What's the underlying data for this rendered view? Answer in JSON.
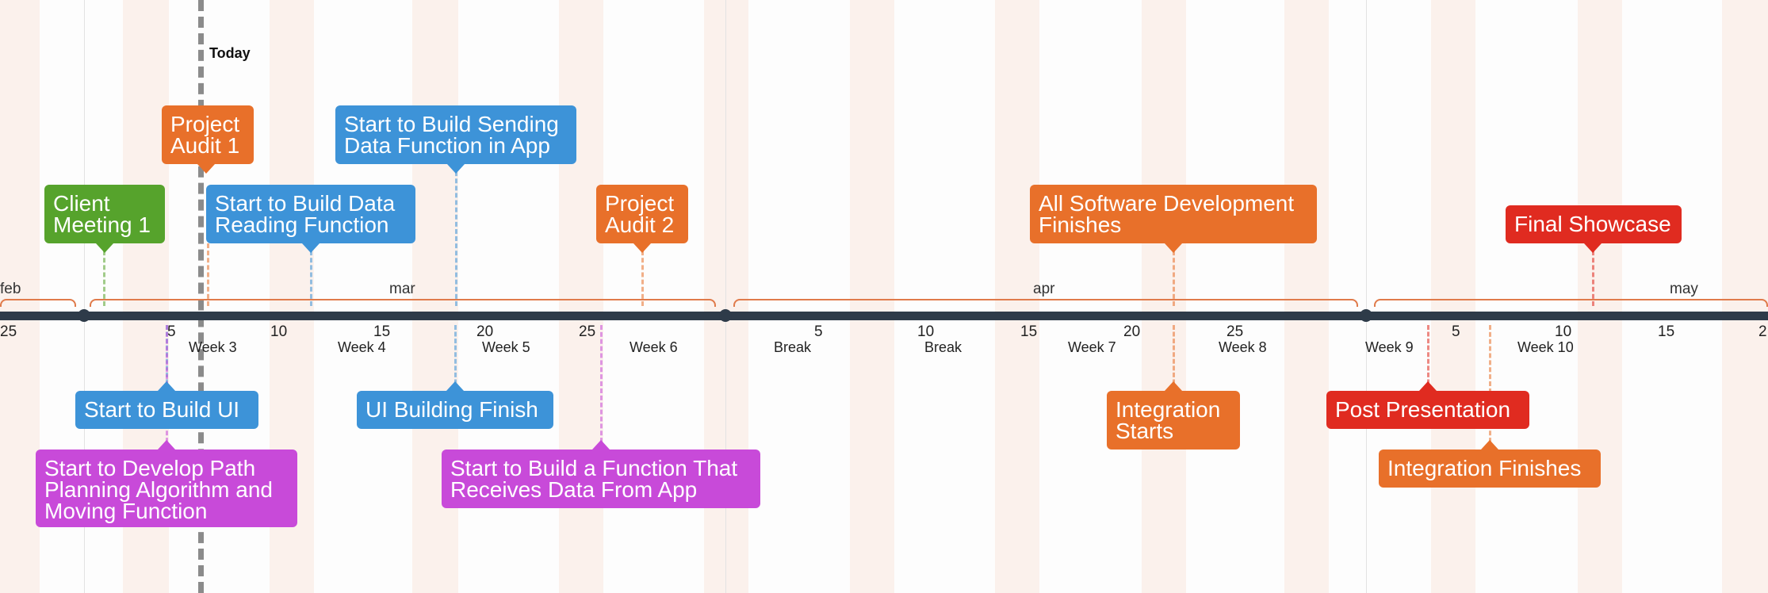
{
  "today_label": "Today",
  "colors": {
    "green": "#56a32c",
    "orange": "#e8702a",
    "blue": "#3d93d8",
    "magenta": "#c84ad9",
    "red": "#e02b20",
    "axis": "#2e3b49",
    "bracket": "#e07b4b"
  },
  "months": [
    "feb",
    "mar",
    "apr",
    "may"
  ],
  "day_ticks": [
    "25",
    "5",
    "10",
    "15",
    "20",
    "25",
    "5",
    "10",
    "15",
    "20",
    "25",
    "5",
    "10",
    "15",
    "2"
  ],
  "weeks": [
    "Week 3",
    "Week 4",
    "Week 5",
    "Week 6",
    "Break",
    "Break",
    "Week 7",
    "Week 8",
    "Week 9",
    "Week 10"
  ],
  "events": [
    {
      "id": "client-meeting-1",
      "text": "Client\nMeeting 1",
      "color": "green"
    },
    {
      "id": "project-audit-1",
      "text": "Project\nAudit 1",
      "color": "orange"
    },
    {
      "id": "build-data-reading",
      "text": "Start to Build Data\nReading Function",
      "color": "blue"
    },
    {
      "id": "build-sending-data",
      "text": "Start to Build Sending\nData Function in App",
      "color": "blue"
    },
    {
      "id": "project-audit-2",
      "text": "Project\nAudit 2",
      "color": "orange"
    },
    {
      "id": "software-dev-finishes",
      "text": "All Software Development\nFinishes",
      "color": "orange"
    },
    {
      "id": "final-showcase",
      "text": "Final Showcase",
      "color": "red"
    },
    {
      "id": "build-ui",
      "text": "Start to Build UI",
      "color": "blue"
    },
    {
      "id": "path-planning",
      "text": "Start to Develop Path\nPlanning Algorithm and\nMoving Function",
      "color": "magenta"
    },
    {
      "id": "ui-building-finish",
      "text": "UI Building Finish",
      "color": "blue"
    },
    {
      "id": "receive-data-function",
      "text": "Start to Build a Function That\nReceives Data From App",
      "color": "magenta"
    },
    {
      "id": "integration-starts",
      "text": "Integration\nStarts",
      "color": "orange"
    },
    {
      "id": "post-presentation",
      "text": "Post Presentation",
      "color": "red"
    },
    {
      "id": "integration-finishes",
      "text": "Integration Finishes",
      "color": "orange"
    }
  ]
}
